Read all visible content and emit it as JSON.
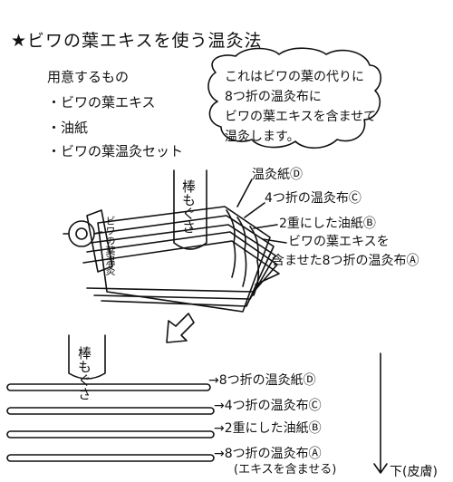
{
  "title": "★ビワの葉エキスを使う温灸法",
  "needs": {
    "heading": "用意するもの",
    "items": [
      "・ビワの葉エキス",
      "・油紙",
      "・ビワの葉温灸セット"
    ]
  },
  "bubble": {
    "lines": [
      "これはビワの葉の代りに",
      "8つ折の温灸布に",
      "ビワの葉エキスを含ませて",
      "温灸します。"
    ]
  },
  "diagram_top": {
    "moxa": "棒もぐさ",
    "clip_text": "ビワの葉温灸",
    "labels": {
      "d": "温灸紙Ⓓ",
      "c": "4つ折の温灸布Ⓒ",
      "b": "2重にした油紙Ⓑ",
      "a1": "ビワの葉エキスを",
      "a2": "含ませた8つ折の温灸布Ⓐ"
    }
  },
  "diagram_bottom": {
    "moxa": "棒もぐさ",
    "labels": {
      "d": "→8つ折の温灸紙Ⓓ",
      "c": "→4つ折の温灸布Ⓒ",
      "b": "→2重にした油紙Ⓑ",
      "a1": "→8つ折の温灸布Ⓐ",
      "a2": "(エキスを含ませる)"
    },
    "direction": "下(皮膚)"
  }
}
